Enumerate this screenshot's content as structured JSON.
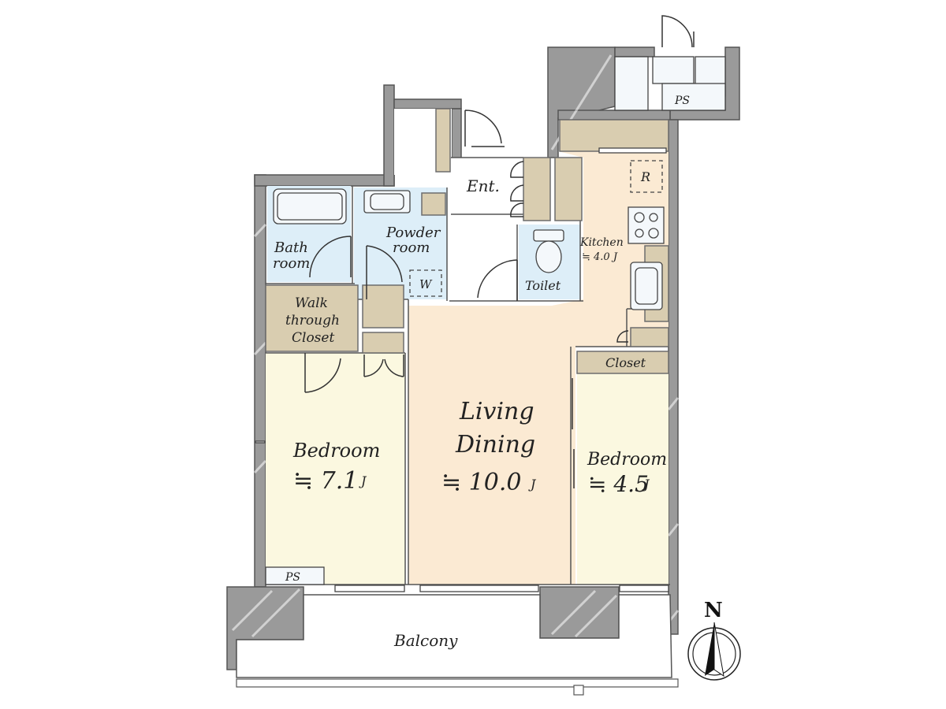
{
  "rooms": {
    "entrance": "Ent.",
    "kitchen": "Kitchen",
    "kitchen_area": "≒ 4.0 J",
    "bath_line1": "Bath",
    "bath_line2": "room",
    "powder_line1": "Powder",
    "powder_line2": "room",
    "washer": "W",
    "toilet": "Toilet",
    "refrigerator": "R",
    "walk_line1": "Walk",
    "walk_line2": "through",
    "walk_line3": "Closet",
    "closet": "Closet",
    "living_line1": "Living",
    "living_line2": "Dining",
    "living_area_value": "≒ 10.0",
    "living_area_unit": "J",
    "bedroom_west": "Bedroom",
    "bedroom_west_area_value": "≒ 7.1",
    "bedroom_west_area_unit": "J",
    "bedroom_east": "Bedroom",
    "bedroom_east_area_value": "≒ 4.5",
    "bedroom_east_area_unit": "J",
    "ps_top": "PS",
    "ps_bottom": "PS",
    "balcony": "Balcony"
  },
  "compass": {
    "label": "N"
  },
  "colors": {
    "living": "#fbead3",
    "bedroom": "#fbf8e0",
    "wet_area": "#ddeef8",
    "closet": "#d9cdb0",
    "wall": "#9a9a9a"
  }
}
